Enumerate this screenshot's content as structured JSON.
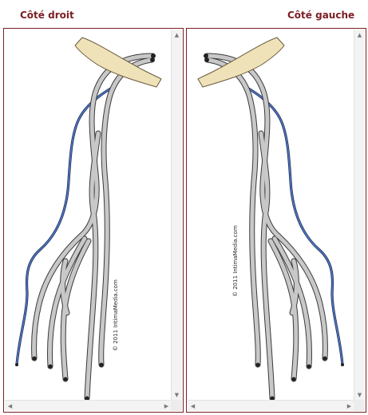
{
  "panels": {
    "left": {
      "title": "Côté droit",
      "copyright": "© 2011 IntimaMedia.com"
    },
    "right": {
      "title": "Côté gauche",
      "copyright": "© 2011 IntimaMedia.com"
    }
  },
  "scroll_arrows": {
    "up": "▲",
    "down": "▼",
    "left": "◀",
    "right": "▶"
  },
  "colors": {
    "title": "#7a1f24",
    "frame_border": "#7a1f24",
    "bone_fill": "#efe2b8",
    "vessel_fill": "#c8c8c8",
    "vessel_outline": "#3b3b3b",
    "nerve": "#4d74c4"
  }
}
